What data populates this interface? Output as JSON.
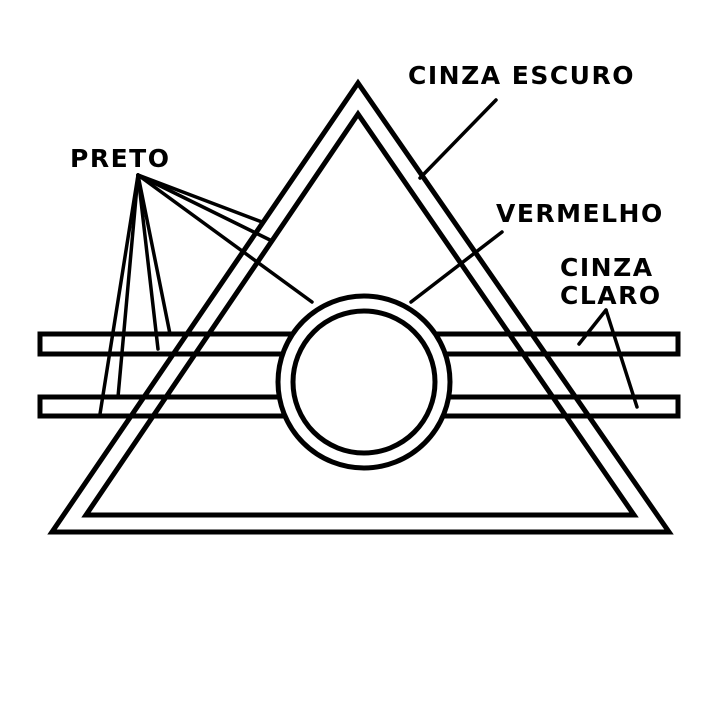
{
  "labels": {
    "preto": "PRETO",
    "cinza_escuro": "CINZA ESCURO",
    "vermelho": "VERMELHO",
    "cinza_claro_line1": "CINZA",
    "cinza_claro_line2": "CLARO"
  },
  "colors": {
    "line": "#000000",
    "background": "#ffffff"
  }
}
